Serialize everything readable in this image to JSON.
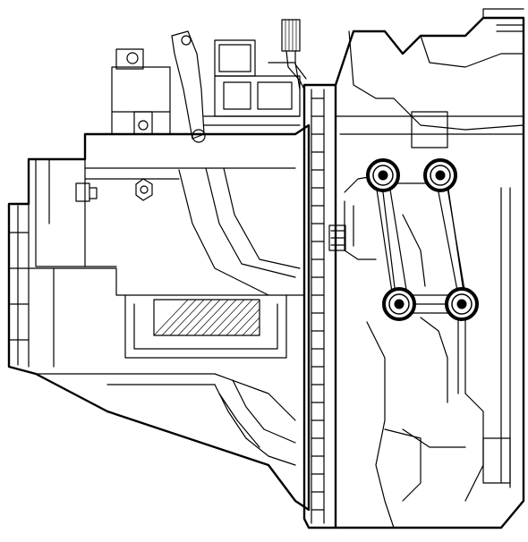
{
  "drawing": {
    "colors": {
      "line": "#000000",
      "background": "#ffffff"
    },
    "fasteners": [
      "bolt-upper-left",
      "bolt-upper-right",
      "bolt-lower-left",
      "bolt-lower-right"
    ]
  }
}
